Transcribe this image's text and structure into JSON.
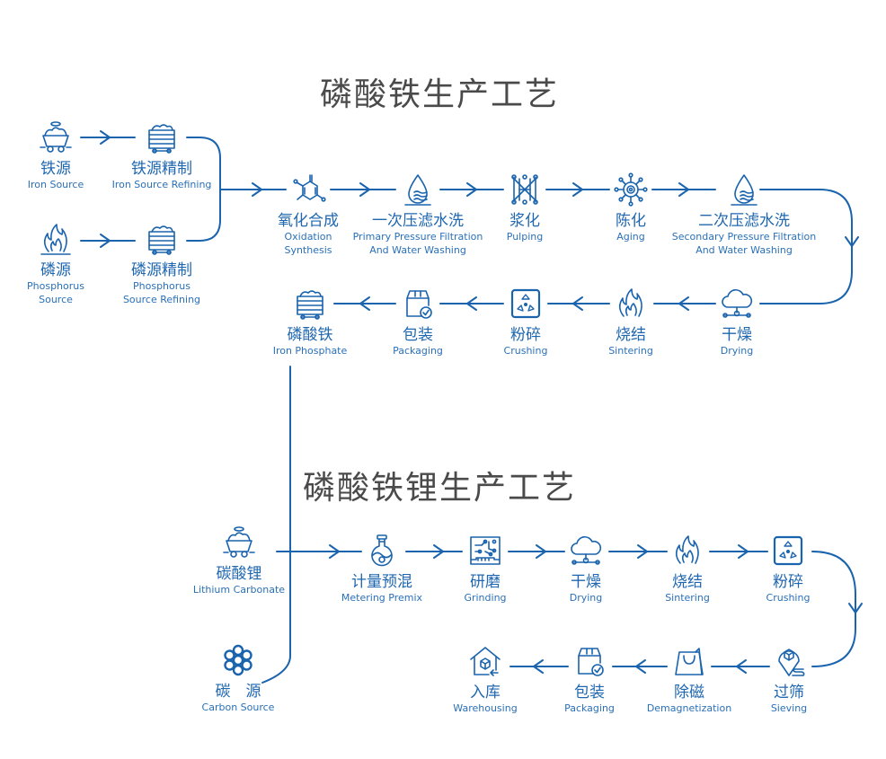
{
  "titles": {
    "iron_phosphate_process": "磷酸铁生产工艺",
    "lfp_process": "磷酸铁锂生产工艺"
  },
  "colors": {
    "accent": "#1a63ad",
    "title_text": "#4a4a4a",
    "background": "#ffffff"
  },
  "iron_phosphate": {
    "sources": [
      {
        "icon": "mine-cart-icon",
        "zh": "铁源",
        "en": "Iron Source"
      },
      {
        "icon": "flame-burner-icon",
        "zh": "磷源",
        "en": "Phosphorus Source",
        "en_lines": [
          "Phosphorus",
          "Source"
        ]
      }
    ],
    "refining": [
      {
        "icon": "ore-wagon-icon",
        "zh": "铁源精制",
        "en": "Iron Source Refining"
      },
      {
        "icon": "ore-wagon-icon",
        "zh": "磷源精制",
        "en": "Phosphorus Source Refining",
        "en_lines": [
          "Phosphorus",
          "Source Refining"
        ]
      }
    ],
    "row1": [
      {
        "icon": "molecule-icon",
        "zh": "氧化合成",
        "en_lines": [
          "Oxidation",
          "Synthesis"
        ]
      },
      {
        "icon": "water-drop-icon",
        "zh": "一次压滤水洗",
        "en_lines": [
          "Primary Pressure Filtration",
          "And Water Washing"
        ]
      },
      {
        "icon": "pulping-icon",
        "zh": "浆化",
        "en_lines": [
          "Pulping"
        ]
      },
      {
        "icon": "virus-aging-icon",
        "zh": "陈化",
        "en_lines": [
          "Aging"
        ]
      },
      {
        "icon": "water-drop-icon",
        "zh": "二次压滤水洗",
        "en_lines": [
          "Secondary Pressure Filtration",
          "And Water Washing"
        ]
      }
    ],
    "row2": [
      {
        "icon": "ore-wagon-icon",
        "zh": "磷酸铁",
        "en": "Iron Phosphate"
      },
      {
        "icon": "package-check-icon",
        "zh": "包装",
        "en": "Packaging"
      },
      {
        "icon": "crusher-fan-icon",
        "zh": "粉碎",
        "en": "Crushing"
      },
      {
        "icon": "flame-icon",
        "zh": "烧结",
        "en": "Sintering"
      },
      {
        "icon": "cloud-network-icon",
        "zh": "干燥",
        "en": "Drying"
      }
    ]
  },
  "lfp": {
    "sources": [
      {
        "icon": "mine-cart-icon",
        "zh": "碳酸锂",
        "en": "Lithium Carbonate"
      },
      {
        "icon": "carbon-rings-icon",
        "zh": "碳　源",
        "en": "Carbon Source"
      }
    ],
    "row1": [
      {
        "icon": "flask-icon",
        "zh": "计量预混",
        "en": "Metering Premix"
      },
      {
        "icon": "circuit-board-icon",
        "zh": "研磨",
        "en": "Grinding"
      },
      {
        "icon": "cloud-network-icon",
        "zh": "干燥",
        "en": "Drying"
      },
      {
        "icon": "flame-icon",
        "zh": "烧结",
        "en": "Sintering"
      },
      {
        "icon": "crusher-fan-icon",
        "zh": "粉碎",
        "en": "Crushing"
      }
    ],
    "row2": [
      {
        "icon": "warehouse-icon",
        "zh": "入库",
        "en": "Warehousing"
      },
      {
        "icon": "package-check-icon",
        "zh": "包装",
        "en": "Packaging"
      },
      {
        "icon": "shopping-bag-icon",
        "zh": "除磁",
        "en": "Demagnetization"
      },
      {
        "icon": "location-box-icon",
        "zh": "过筛",
        "en": "Sieving"
      }
    ]
  }
}
